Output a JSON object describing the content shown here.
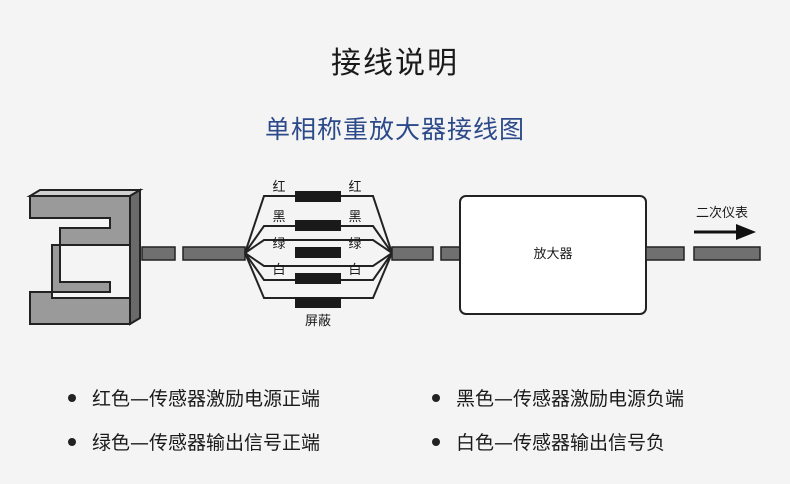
{
  "title": "接线说明",
  "subtitle": "单相称重放大器接线图",
  "diagram": {
    "wires_left": [
      "红",
      "黑",
      "绿",
      "白"
    ],
    "wires_right": [
      "红",
      "黑",
      "绿",
      "白"
    ],
    "shield_label": "屏蔽",
    "amplifier_label": "放大器",
    "output_label": "二次仪表"
  },
  "legend": [
    "红色—传感器激励电源正端",
    "黑色—传感器激励电源负端",
    "绿色—传感器输出信号正端",
    "白色—传感器输出信号负"
  ],
  "colors": {
    "subtitle": "#2c4a8a",
    "sensor_fill": "#9a9a9a",
    "cable": "#707070",
    "wire_block": "#1a1a1a"
  }
}
